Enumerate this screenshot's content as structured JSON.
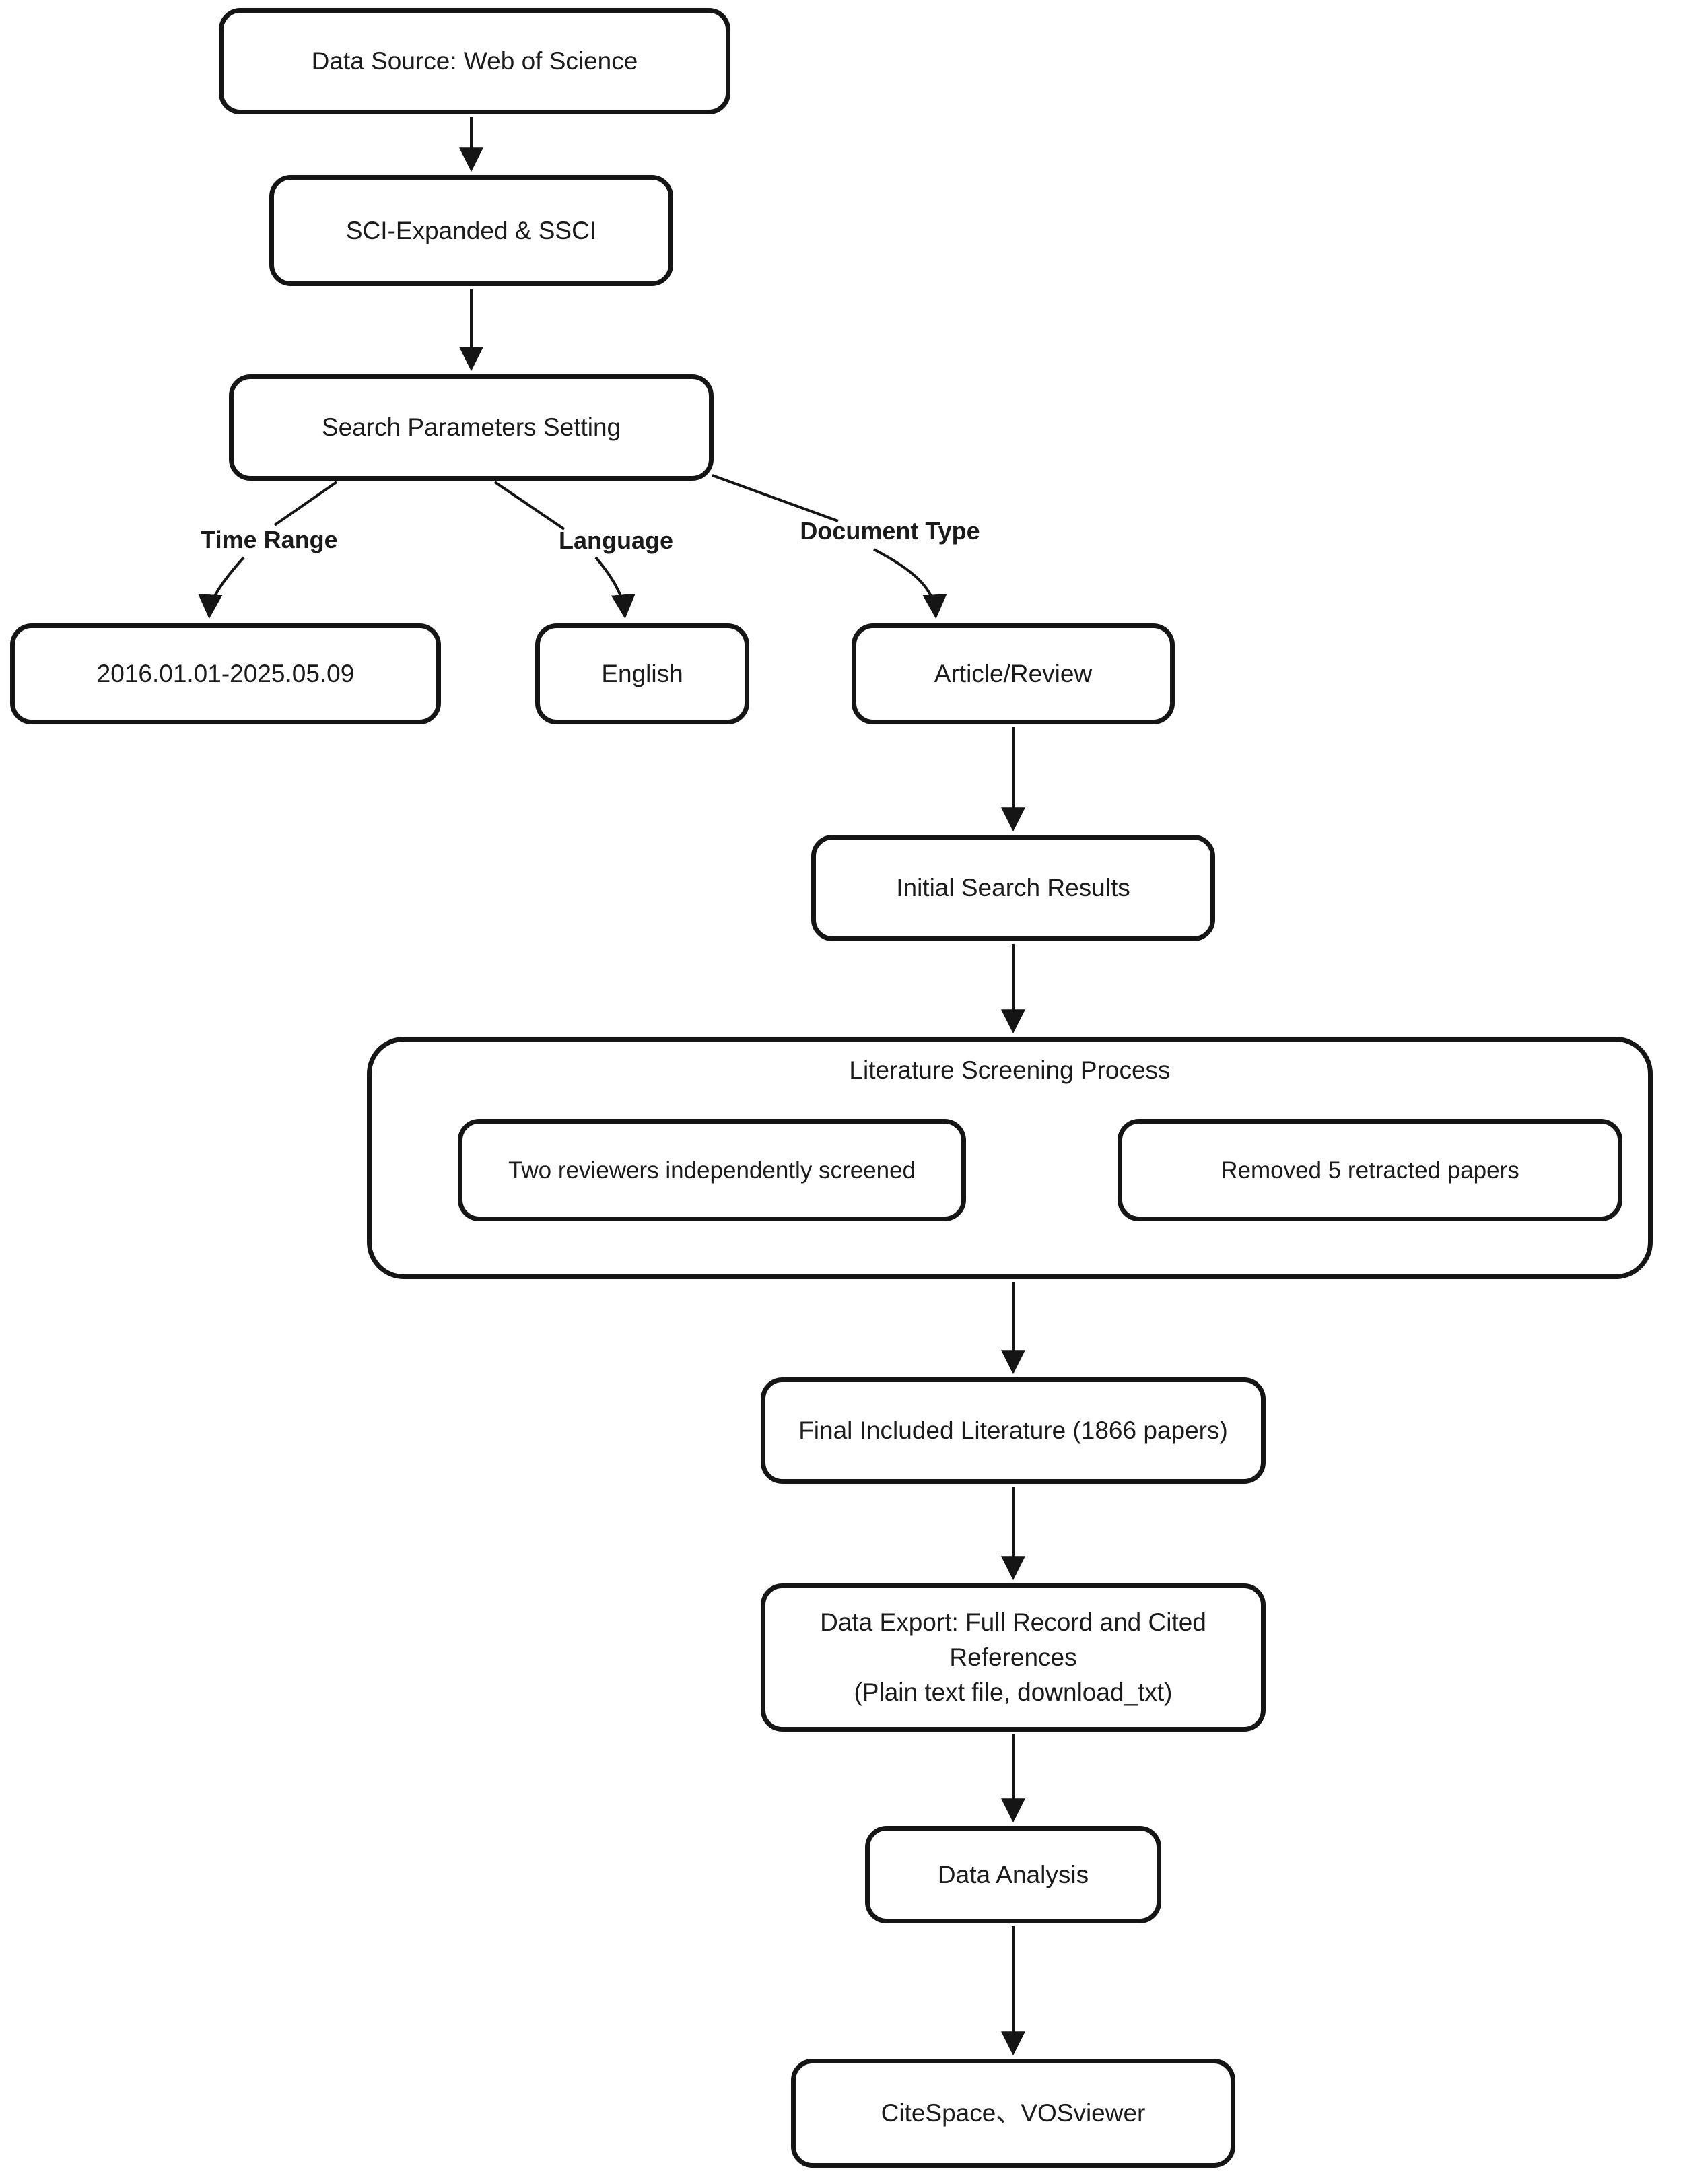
{
  "page": {
    "background": "#ffffff"
  },
  "palette": {
    "border": "#151515",
    "line": "#151515",
    "text": "#1b1b1b",
    "node_fill": "#ffffff"
  },
  "nodes": {
    "data_source": {
      "label": "Data Source: Web of Science"
    },
    "indexes": {
      "label": "SCI-Expanded & SSCI"
    },
    "search_params": {
      "label": "Search Parameters Setting"
    },
    "time_range_value": {
      "label": "2016.01.01-2025.05.09"
    },
    "language_value": {
      "label": "English"
    },
    "document_type_value": {
      "label": "Article/Review"
    },
    "initial_results": {
      "label": "Initial Search Results"
    },
    "screening": {
      "title": "Literature Screening Process",
      "step1": {
        "label": "Two reviewers independently screened"
      },
      "step2": {
        "label": "Removed 5 retracted papers"
      }
    },
    "final_literature": {
      "label": "Final Included Literature (1866 papers)"
    },
    "data_export": {
      "line1": "Data Export: Full Record and Cited References",
      "line2": "(Plain text file, download_txt)"
    },
    "data_analysis": {
      "label": "Data Analysis"
    },
    "analysis_tools": {
      "label": "CiteSpace、VOSviewer"
    }
  },
  "edge_labels": {
    "time_range": "Time Range",
    "language": "Language",
    "document_type": "Document Type"
  }
}
